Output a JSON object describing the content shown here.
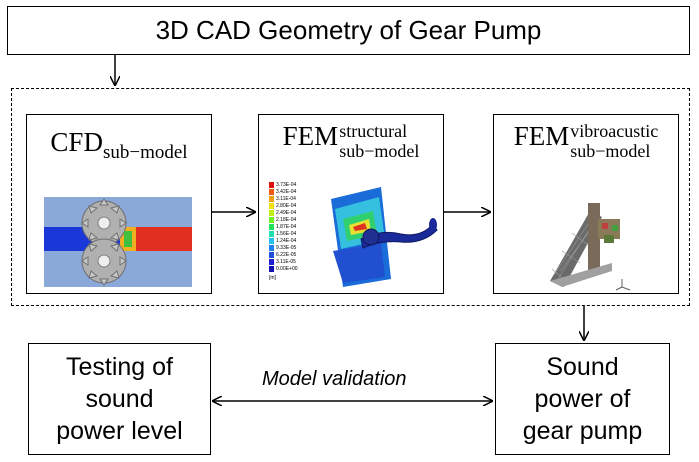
{
  "title": "3D CAD Geometry of Gear Pump",
  "submodels": {
    "cfd": {
      "main": "CFD",
      "sub": "sub−model"
    },
    "fem_structural": {
      "main": "FEM",
      "sup": "structural",
      "sub": "sub−model"
    },
    "fem_vibro": {
      "main": "FEM",
      "sup": "vibroacustic",
      "sub": "sub−model"
    }
  },
  "legend_values": [
    "3.73E-04",
    "3.42E-04",
    "3.11E-04",
    "2.80E-04",
    "2.49E-04",
    "2.18E-04",
    "1.87E-04",
    "1.56E-04",
    "1.24E-04",
    "9.33E-05",
    "6.22E-05",
    "3.11E-05",
    "0.00E+00"
  ],
  "legend_unit": "[m]",
  "testing": {
    "lines": [
      "Testing of",
      "sound",
      "power level"
    ]
  },
  "sound_power": {
    "lines": [
      "Sound",
      "power of",
      "gear pump"
    ]
  },
  "validation_label": "Model validation",
  "colors": {
    "line": "#000000",
    "cfd_bg": "#7f9fd0",
    "blue": "#1530d8",
    "red": "#e02020"
  }
}
